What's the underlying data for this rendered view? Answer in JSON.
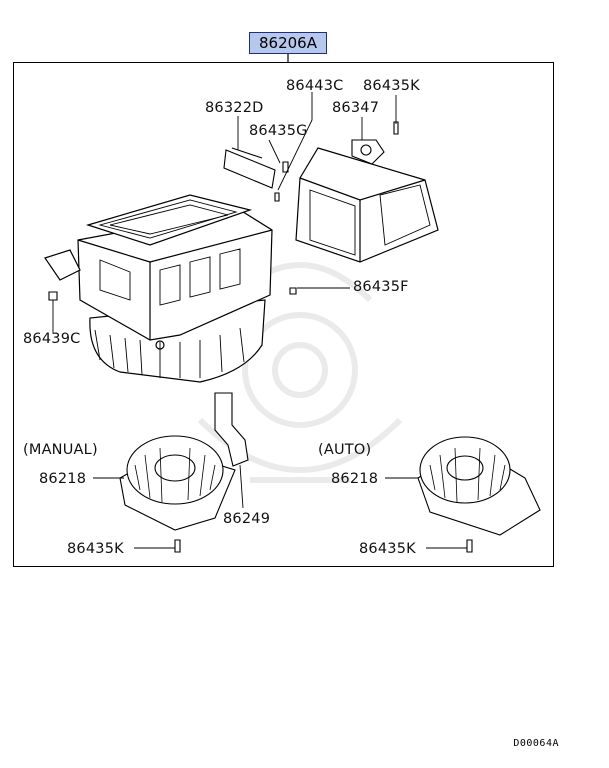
{
  "assembly": {
    "part_number": "86206A"
  },
  "parts": {
    "p86443C": "86443C",
    "p86435K_top": "86435K",
    "p86322D": "86322D",
    "p86347": "86347",
    "p86435G": "86435G",
    "p86435F": "86435F",
    "p86439C": "86439C",
    "p86218_manual": "86218",
    "p86218_auto": "86218",
    "p86249": "86249",
    "p86435K_left": "86435K",
    "p86435K_right": "86435K"
  },
  "variants": {
    "manual": "(MANUAL)",
    "auto": "(AUTO)"
  },
  "diagram_code": "D00064A",
  "colors": {
    "label_highlight": "#b8c7ee",
    "label_border": "#1f2f7a",
    "line": "#000000"
  }
}
